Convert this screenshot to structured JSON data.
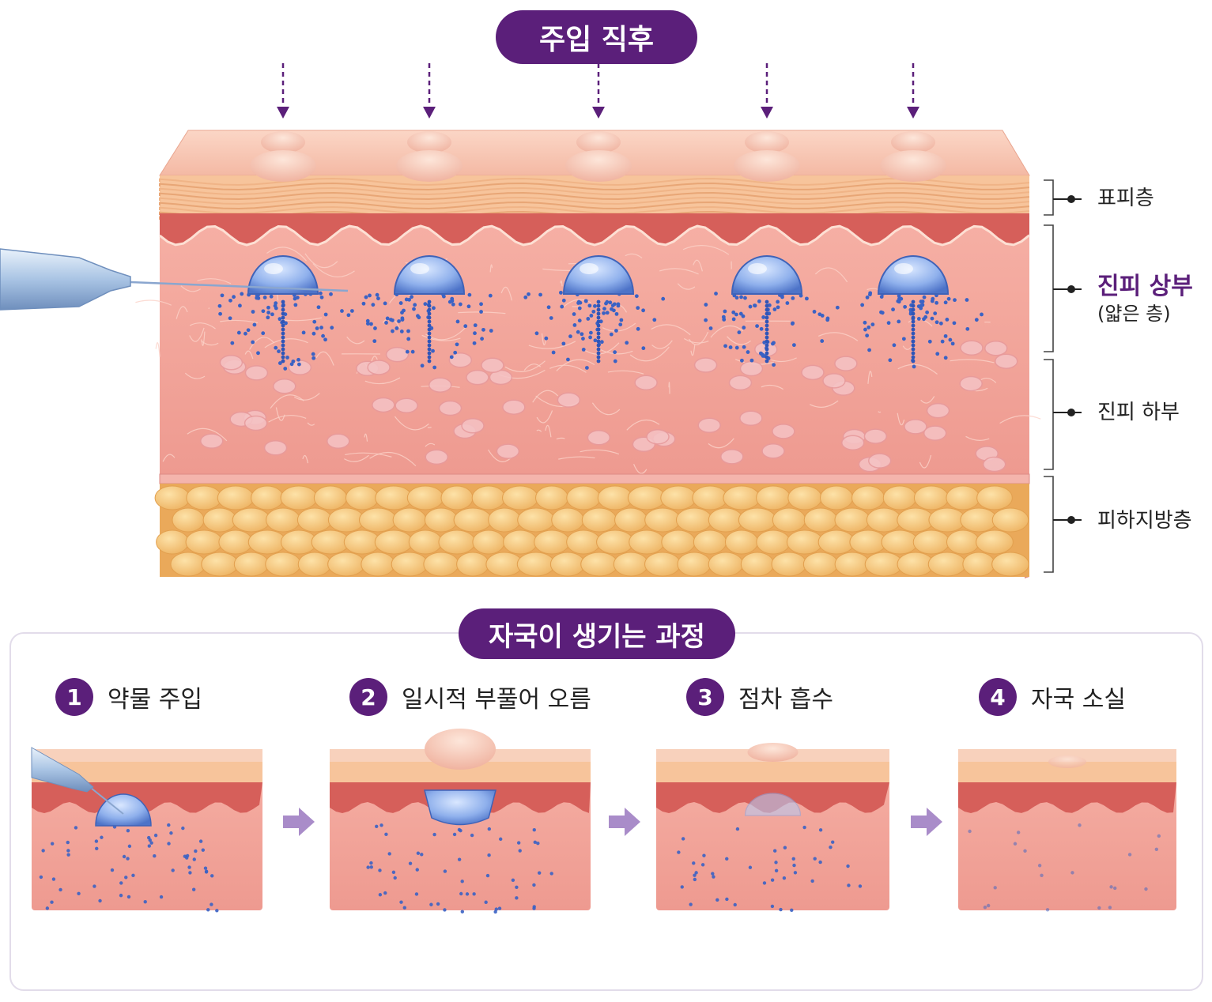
{
  "header": {
    "title": "주입 직후"
  },
  "layers": [
    {
      "label": "표피층"
    },
    {
      "label": "진피 상부",
      "sub": "(얇은 층)"
    },
    {
      "label": "진피 하부"
    },
    {
      "label": "피하지방층"
    }
  ],
  "process": {
    "title": "자국이 생기는 과정",
    "steps": [
      {
        "num": "1",
        "label": "약물 주입"
      },
      {
        "num": "2",
        "label": "일시적 부풀어 오름"
      },
      {
        "num": "3",
        "label": "점차 흡수"
      },
      {
        "num": "4",
        "label": "자국 소실"
      }
    ]
  },
  "colors": {
    "accent": "#5b1f7a",
    "arrow": "#a98cc9",
    "dermis": "#f2a39a",
    "fat": "#f4c177",
    "epidermis": "#f8c3a8",
    "drug": "#3a62c4"
  }
}
